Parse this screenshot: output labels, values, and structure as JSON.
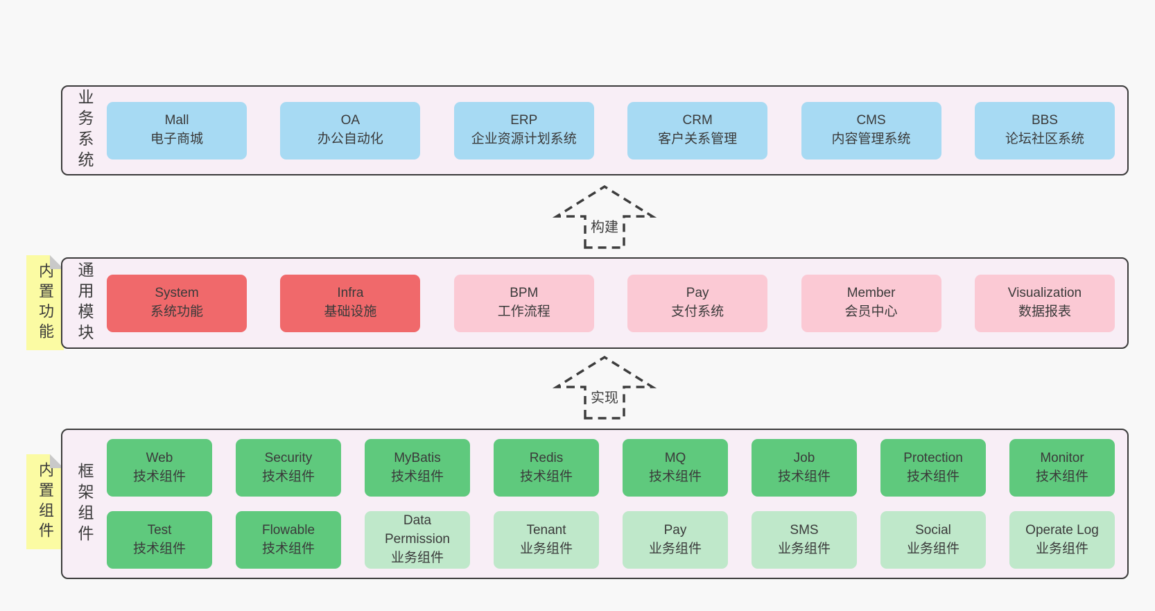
{
  "colors": {
    "page_bg": "#f8f8f8",
    "band_bg": "#f8eef6",
    "band_border": "#3a3a3a",
    "text": "#3a3a3a",
    "blue": "#a7daf3",
    "red": "#f0696b",
    "pink": "#fbc9d4",
    "green": "#5fc97d",
    "light_green": "#bfe8ca",
    "note_yellow": "#fbfba3",
    "note_fold": "#c9c9c9",
    "arrow": "#3d3d3d"
  },
  "bands": [
    {
      "label": "业务系统",
      "rows": [
        [
          {
            "title": "Mall",
            "subtitle": "电子商城",
            "color": "blue"
          },
          {
            "title": "OA",
            "subtitle": "办公自动化",
            "color": "blue"
          },
          {
            "title": "ERP",
            "subtitle": "企业资源计划系统",
            "color": "blue"
          },
          {
            "title": "CRM",
            "subtitle": "客户关系管理",
            "color": "blue"
          },
          {
            "title": "CMS",
            "subtitle": "内容管理系统",
            "color": "blue"
          },
          {
            "title": "BBS",
            "subtitle": "论坛社区系统",
            "color": "blue"
          }
        ]
      ]
    },
    {
      "label": "通用模块",
      "note": "内置功能",
      "rows": [
        [
          {
            "title": "System",
            "subtitle": "系统功能",
            "color": "red"
          },
          {
            "title": "Infra",
            "subtitle": "基础设施",
            "color": "red"
          },
          {
            "title": "BPM",
            "subtitle": "工作流程",
            "color": "pink"
          },
          {
            "title": "Pay",
            "subtitle": "支付系统",
            "color": "pink"
          },
          {
            "title": "Member",
            "subtitle": "会员中心",
            "color": "pink"
          },
          {
            "title": "Visualization",
            "subtitle": "数据报表",
            "color": "pink"
          }
        ]
      ]
    },
    {
      "label": "框架组件",
      "note": "内置组件",
      "rows": [
        [
          {
            "title": "Web",
            "subtitle": "技术组件",
            "color": "green"
          },
          {
            "title": "Security",
            "subtitle": "技术组件",
            "color": "green"
          },
          {
            "title": "MyBatis",
            "subtitle": "技术组件",
            "color": "green"
          },
          {
            "title": "Redis",
            "subtitle": "技术组件",
            "color": "green"
          },
          {
            "title": "MQ",
            "subtitle": "技术组件",
            "color": "green"
          },
          {
            "title": "Job",
            "subtitle": "技术组件",
            "color": "green"
          },
          {
            "title": "Protection",
            "subtitle": "技术组件",
            "color": "green"
          },
          {
            "title": "Monitor",
            "subtitle": "技术组件",
            "color": "green"
          }
        ],
        [
          {
            "title": "Test",
            "subtitle": "技术组件",
            "color": "green"
          },
          {
            "title": "Flowable",
            "subtitle": "技术组件",
            "color": "green"
          },
          {
            "title": "Data Permission",
            "subtitle": "业务组件",
            "color": "light_green"
          },
          {
            "title": "Tenant",
            "subtitle": "业务组件",
            "color": "light_green"
          },
          {
            "title": "Pay",
            "subtitle": "业务组件",
            "color": "light_green"
          },
          {
            "title": "SMS",
            "subtitle": "业务组件",
            "color": "light_green"
          },
          {
            "title": "Social",
            "subtitle": "业务组件",
            "color": "light_green"
          },
          {
            "title": "Operate Log",
            "subtitle": "业务组件",
            "color": "light_green"
          }
        ]
      ]
    }
  ],
  "arrows": [
    {
      "label": "构建"
    },
    {
      "label": "实现"
    }
  ]
}
